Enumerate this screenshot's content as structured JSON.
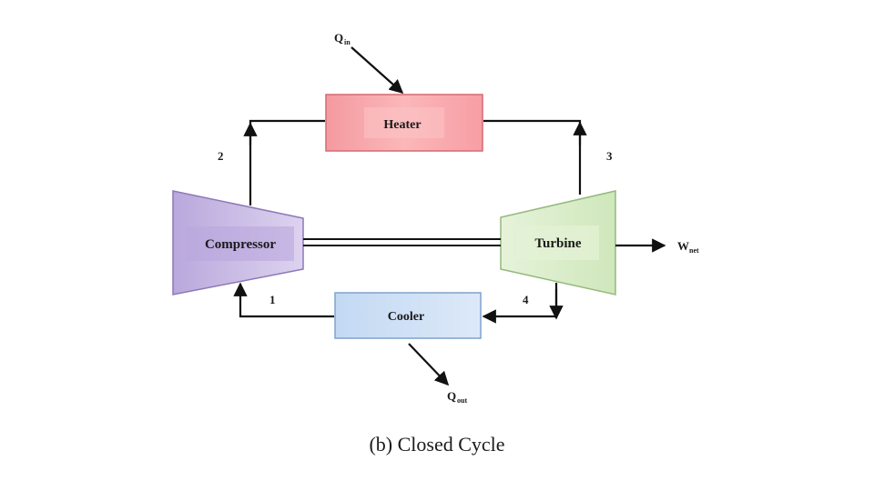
{
  "diagram": {
    "components": {
      "heater": "Heater",
      "compressor": "Compressor",
      "turbine": "Turbine",
      "cooler": "Cooler"
    },
    "states": {
      "s1": "1",
      "s2": "2",
      "s3": "3",
      "s4": "4"
    },
    "flows": {
      "q_in_main": "Q",
      "q_in_sub": "in",
      "q_out_main": "Q",
      "q_out_sub": "out",
      "w_net_main": "W",
      "w_net_sub": "net"
    },
    "caption": "(b) Closed Cycle",
    "colors": {
      "heater_fill": "#f7a5a8",
      "heater_stroke": "#d46a70",
      "compressor_fill": "#c6b8e2",
      "compressor_stroke": "#8b79b8",
      "turbine_fill": "#d9edc7",
      "turbine_stroke": "#95b97c",
      "cooler_fill": "#cfe1f6",
      "cooler_stroke": "#7fa2cc"
    }
  }
}
